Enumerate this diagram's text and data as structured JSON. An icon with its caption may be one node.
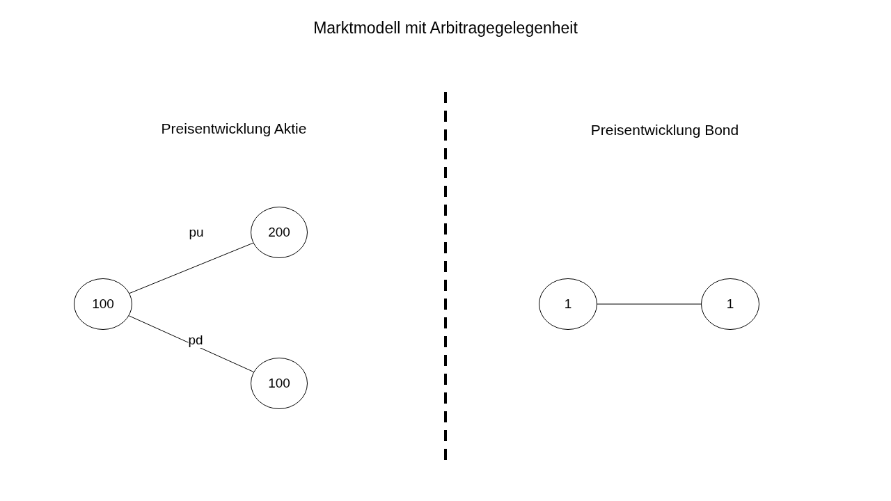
{
  "diagram": {
    "title": "Marktmodell mit Arbitragegelegenheit",
    "nodes": [
      {
        "text": [
          "100"
        ]
      },
      {
        "text": [
          "200"
        ]
      },
      {
        "text": [
          "100"
        ]
      },
      {
        "text": [
          "1"
        ]
      },
      {
        "text": [
          "1"
        ]
      }
    ],
    "edges": [
      {
        "from": 0,
        "to": 1,
        "arrow": "none",
        "label": "pu"
      },
      {
        "from": 0,
        "to": 2,
        "arrow": "none",
        "label": "pd"
      },
      {
        "from": 3,
        "to": 4,
        "arrow": "none"
      }
    ],
    "labels": [
      "Preisentwicklung Aktie",
      "Preisentwicklung Bond"
    ]
  }
}
